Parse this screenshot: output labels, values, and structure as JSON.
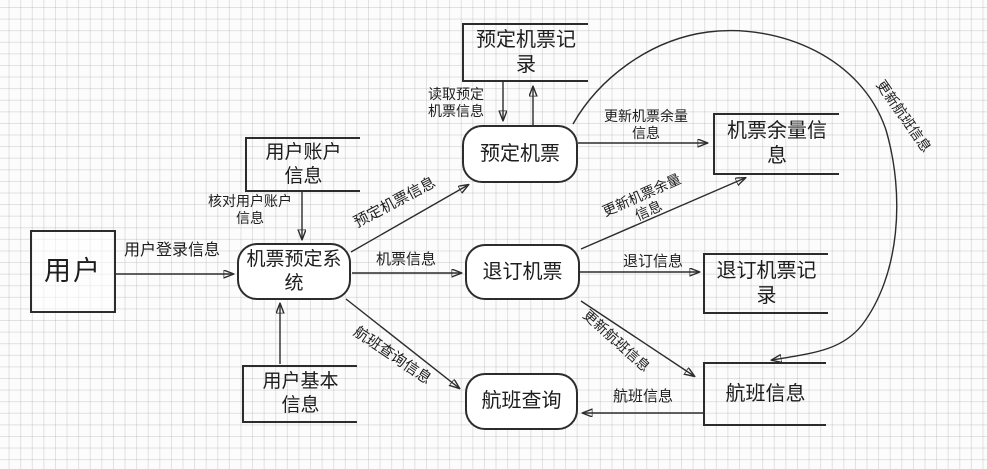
{
  "diagram_type": "data-flow-diagram",
  "colors": {
    "stroke": "#2c2c2c",
    "grid": "#d9dadc",
    "background": "#fcfcfc",
    "node_fill": "#ffffff"
  },
  "entities": {
    "user": {
      "label": "用户"
    }
  },
  "processes": {
    "system": {
      "lines": [
        "机票预定系",
        "统"
      ]
    },
    "book": {
      "label": "预定机票"
    },
    "cancel": {
      "label": "退订机票"
    },
    "query": {
      "label": "航班查询"
    }
  },
  "stores": {
    "booking_record": {
      "lines": [
        "预定机票记",
        "录"
      ]
    },
    "account": {
      "lines": [
        "用户账户",
        "信息"
      ]
    },
    "basic": {
      "lines": [
        "用户基本",
        "信息"
      ]
    },
    "remaining": {
      "lines": [
        "机票余量信",
        "息"
      ]
    },
    "cancel_record": {
      "lines": [
        "退订机票记",
        "录"
      ]
    },
    "flight": {
      "label": "航班信息"
    }
  },
  "flows": {
    "login": {
      "label": "用户登录信息"
    },
    "verify": {
      "lines": [
        "核对用户账户",
        "信息"
      ]
    },
    "booking_info": {
      "label": "预定机票信息"
    },
    "ticket_info": {
      "label": "机票信息"
    },
    "query_info": {
      "label": "航班查询信息"
    },
    "read_booking": {
      "lines": [
        "读取预定",
        "机票信息"
      ]
    },
    "update_remaining_from_book": {
      "lines": [
        "更新机票余量",
        "信息"
      ]
    },
    "update_remaining_from_cancel": {
      "lines": [
        "更新机票余量",
        "信息"
      ]
    },
    "cancel_info": {
      "label": "退订信息"
    },
    "update_flight_from_cancel": {
      "label": "更新航班信息"
    },
    "flight_to_query": {
      "label": "航班信息"
    },
    "update_flight_curve": {
      "label": "更新航班信息"
    }
  }
}
